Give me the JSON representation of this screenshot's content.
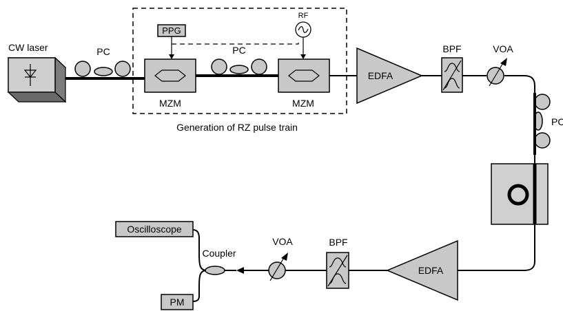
{
  "labels": {
    "cw_laser": "CW laser",
    "pc1": "PC",
    "pc2": "PC",
    "pc3": "PC",
    "ppg": "PPG",
    "rf": "RF",
    "mzm1": "MZM",
    "mzm2": "MZM",
    "generation_caption": "Generation of RZ pulse train",
    "edfa1": "EDFA",
    "edfa2": "EDFA",
    "bpf1": "BPF",
    "bpf2": "BPF",
    "voa1": "VOA",
    "voa2": "VOA",
    "coupler": "Coupler",
    "oscilloscope": "Oscilloscope",
    "pm": "PM"
  },
  "colors": {
    "device_fill": "#c8c8c8",
    "line": "#000000"
  }
}
